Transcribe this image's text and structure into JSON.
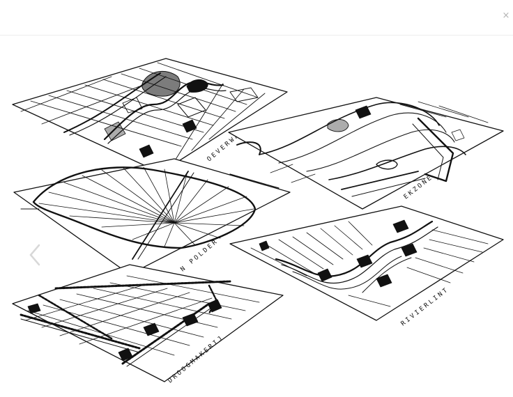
{
  "toolbar": {
    "close_glyph": "×",
    "close_icon": "close-icon"
  },
  "viewer": {
    "prev_icon": "chevron-left-icon",
    "labels": {
      "oeverwal": "OEVERWAL",
      "kreekzone": "EKZONE",
      "polder": "N POLDER",
      "rivierlint": "RIVIERLINT",
      "droogmakerij": "DROOGMAKERIJ"
    }
  },
  "colors": {
    "ink": "#111111",
    "background": "#ffffff",
    "divider": "#ececec",
    "close": "#b3b3b3"
  }
}
